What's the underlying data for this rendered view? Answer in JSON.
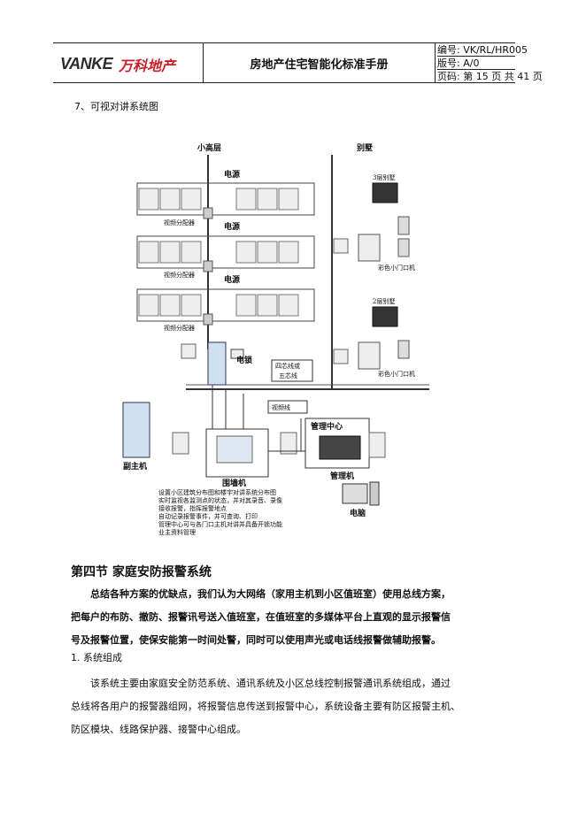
{
  "header": {
    "logo_text": "VANKE",
    "logo_cn": "万科地产",
    "title": "房地产住宅智能化标准手册",
    "code_label": "编号:",
    "code_value": "VK/RL/HR005",
    "version_label": "版号:",
    "version_value": "A/0",
    "page_label": "页码:",
    "page_value": "第 15 页 共 41 页"
  },
  "section_title": "7、可视对讲系统图",
  "diagram": {
    "label_highrise": "小高层",
    "label_villa": "别墅",
    "label_power": "电源",
    "label_video_splitter": "视频分配器",
    "label_lock": "电锁",
    "label_wire": "四芯线或",
    "label_wire2": "五芯线",
    "label_video_line": "视频线",
    "label_secondary_host": "副主机",
    "label_wall_unit": "围墙机",
    "label_mgmt_center": "管理中心",
    "label_mgmt_unit": "管理机",
    "label_pc": "电脑",
    "label_villa3": "3层别墅",
    "label_villa2": "2层别墅",
    "label_color_door": "彩色小门口机",
    "features": [
      "设置小区建筑分布图和楼宇对讲系统分布图",
      "实时监视各监测点的状态，并对其录音、录像",
      "接收报警，指挥报警地点",
      "自动记录报警事件，并可查询、打印",
      "管理中心可与各门口主机对讲并具备开锁功能",
      "业主资料管理"
    ]
  },
  "section4_heading": "第四节  家庭安防报警系统",
  "summary_lines": [
    "总结各种方案的优缺点，我们认为大网络（家用主机到小区值班室）使用总线方案，",
    "把每户的布防、撤防、报警讯号送入值班室，在值班室的多媒体平台上直观的显示报警信",
    "号及报警位置，使保安能第一时间处警，同时可以使用声光或电话线报警做辅助报警。"
  ],
  "subheading": "1.  系统组成",
  "body_lines": [
    "该系统主要由家庭安全防范系统、通讯系统及小区总线控制报警通讯系统组成，通过",
    "总线将各用户的报警器组网，将报警信息传送到报警中心，系统设备主要有防区报警主机、",
    "防区模块、线路保护器、接警中心组成。"
  ]
}
